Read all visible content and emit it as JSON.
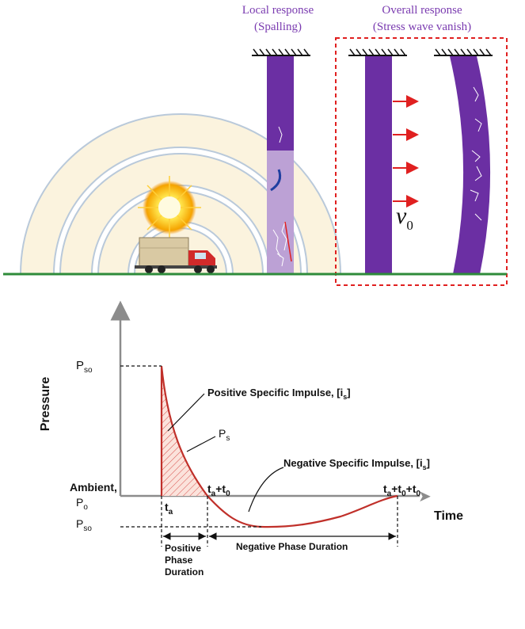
{
  "top_figure": {
    "local_title": "Local response",
    "local_subtitle": "(Spalling)",
    "overall_title": "Overall response",
    "overall_subtitle": "(Stress wave vanish)",
    "velocity_symbol": "v",
    "velocity_subscript": "0",
    "colors": {
      "column": "#6b2fa3",
      "blast_fill": "#fbf3de",
      "ring_stroke": "#b9c9da",
      "ground": "#2e8b3a",
      "dashed_box": "#e02020",
      "arrow": "#e02020",
      "title_text": "#7a3bb0"
    },
    "icons": {
      "fixed_support": "hatched-support-icon",
      "explosion": "explosion-icon",
      "truck": "truck-icon",
      "velocity_arrow": "arrow-right-icon"
    }
  },
  "bottom_figure": {
    "y_axis_label": "Pressure",
    "x_axis_label": "Time",
    "p_so_main": "P",
    "p_so_sub": "so",
    "ambient_line1": "Ambient,",
    "ambient_p_main": "P",
    "ambient_p_sub": "o",
    "p_so_neg_main": "P",
    "p_so_neg_sub": "so",
    "ps_main": "P",
    "ps_sub": "s",
    "positive_impulse_main": "Positive Specific Impulse, [i",
    "positive_impulse_sub": "s",
    "positive_impulse_end": "]",
    "negative_impulse_main": "Negative Specific Impulse, [i",
    "negative_impulse_sub": "s",
    "negative_impulse_end": "]",
    "ta_main": "t",
    "ta_sub": "a",
    "tat0_t1": "t",
    "tat0_s1": "a",
    "tat0_mid": "+t",
    "tat0_s2": "0",
    "tat0t0_t1": "t",
    "tat0t0_s1": "a",
    "tat0t0_mid1": "+t",
    "tat0t0_s2": "0",
    "tat0t0_mid2": "+t",
    "tat0t0_s3": "0",
    "positive_phase_line1": "Positive",
    "positive_phase_line2": "Phase",
    "positive_phase_line3": "Duration",
    "negative_phase": "Negative Phase Duration",
    "colors": {
      "curve": "#c0302a",
      "hatch": "#d9534f",
      "axis": "#8c8c8c"
    }
  }
}
